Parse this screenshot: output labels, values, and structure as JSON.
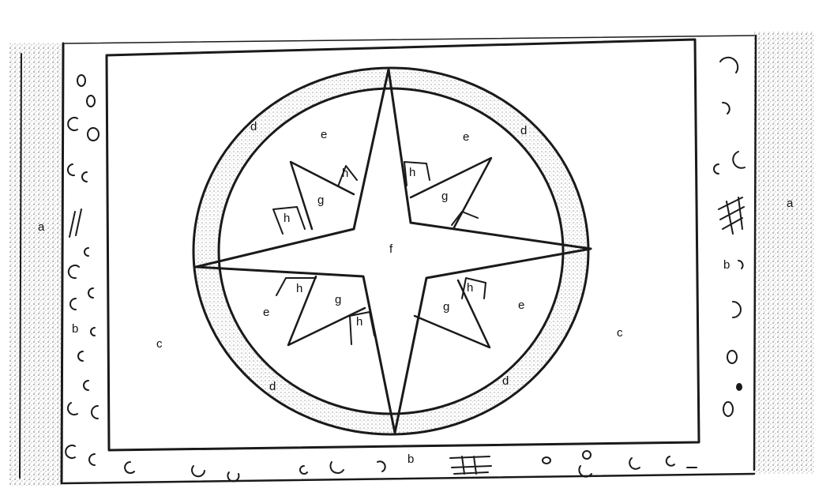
{
  "labels": {
    "a_left": "a",
    "a_right": "a",
    "b_left": "b",
    "b_right": "b",
    "b_bottom": "b",
    "c_left": "c",
    "c_right": "c",
    "d_top_left": "d",
    "d_top_right": "d",
    "d_bottom_left": "d",
    "d_bottom_right": "d",
    "e_top_left": "e",
    "e_top_right": "e",
    "e_bottom_left": "e",
    "e_bottom_right": "e",
    "f_center": "f",
    "g_top_left": "g",
    "g_top_right": "g",
    "g_bottom_left": "g",
    "g_bottom_right": "g",
    "h_top_left_upper": "h",
    "h_top_left_lower": "h",
    "h_top_right": "h",
    "h_bottom_left_upper": "h",
    "h_bottom_left_lower": "h",
    "h_bottom_right": "h"
  },
  "colors": {
    "ink": "#1a1a1a",
    "stipple": "#9a9a9a",
    "paper": "#ffffff"
  }
}
